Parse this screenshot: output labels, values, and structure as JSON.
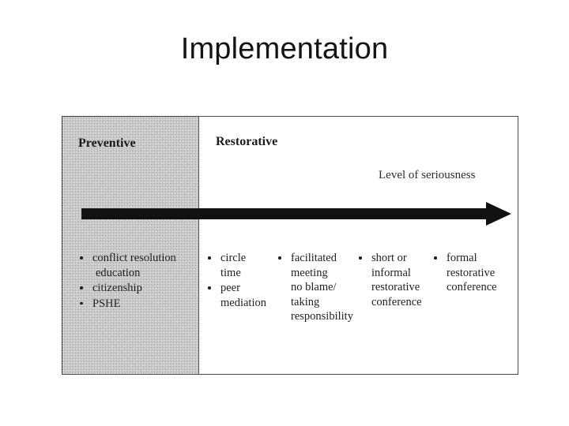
{
  "slide": {
    "title": "Implementation"
  },
  "diagram": {
    "headings": {
      "preventive": "Preventive",
      "restorative": "Restorative"
    },
    "axis": {
      "label": "Level of seriousness",
      "icon": "right-arrow-icon",
      "direction": "left-to-right",
      "color": "#111111"
    },
    "panel": {
      "fill_color": "#b9b9b9",
      "border_color": "#4a4a4a"
    },
    "columns": [
      {
        "id": "preventive",
        "zone": "preventive",
        "items": [
          {
            "lines": [
              "conflict resolution",
              "education"
            ]
          },
          {
            "lines": [
              "citizenship"
            ]
          },
          {
            "lines": [
              "PSHE"
            ]
          }
        ]
      },
      {
        "id": "circle",
        "zone": "restorative",
        "items": [
          {
            "lines": [
              "circle",
              "time"
            ]
          },
          {
            "lines": [
              "peer",
              "mediation"
            ]
          }
        ]
      },
      {
        "id": "facilitated",
        "zone": "restorative",
        "items": [
          {
            "lines": [
              "facilitated",
              "meeting",
              "no blame/",
              "taking",
              "responsibility"
            ]
          }
        ]
      },
      {
        "id": "short",
        "zone": "restorative",
        "items": [
          {
            "lines": [
              "short or",
              "informal",
              "restorative",
              "conference"
            ]
          }
        ]
      },
      {
        "id": "formal",
        "zone": "restorative",
        "items": [
          {
            "lines": [
              "formal",
              "restorative",
              "conference"
            ]
          }
        ]
      }
    ]
  }
}
